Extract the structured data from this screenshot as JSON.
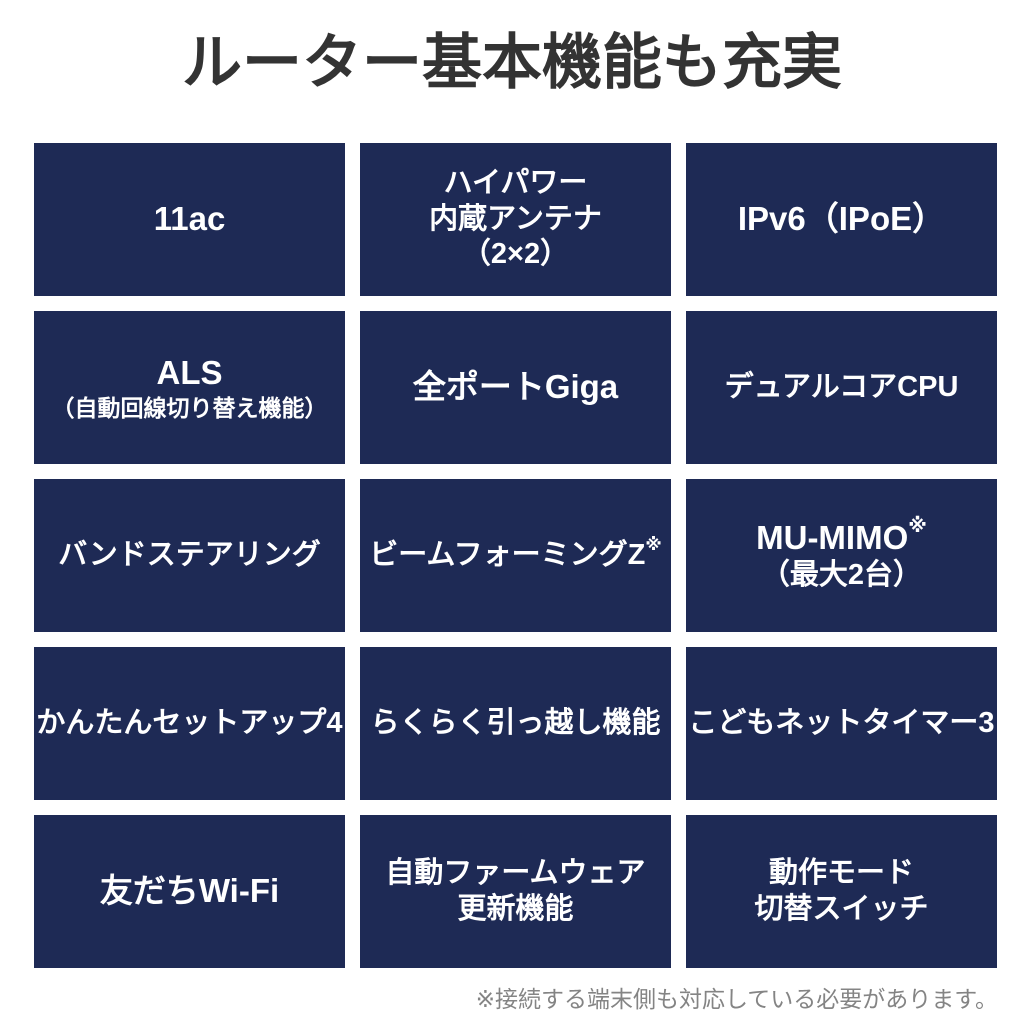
{
  "title": "ルーター基本機能も充実",
  "footnote": "※接続する端末側も対応している必要があります。",
  "colors": {
    "page_bg": "#ffffff",
    "box_bg": "#1e2a55",
    "box_text": "#ffffff",
    "title_text": "#333333",
    "footnote_text": "#848484"
  },
  "grid": {
    "columns": 3,
    "rows": 5
  },
  "cells": [
    {
      "id": "11ac",
      "lines": [
        {
          "text": "11ac",
          "size": "lg"
        }
      ]
    },
    {
      "id": "high-power-antenna",
      "lines": [
        {
          "text": "ハイパワー",
          "size": "md"
        },
        {
          "text": "内蔵アンテナ",
          "size": "md"
        },
        {
          "text": "（2×2）",
          "size": "md"
        }
      ]
    },
    {
      "id": "ipv6-ipoe",
      "lines": [
        {
          "text": "IPv6（IPoE）",
          "size": "lg"
        }
      ]
    },
    {
      "id": "als",
      "lines": [
        {
          "text": "ALS",
          "size": "lg"
        },
        {
          "text": "（自動回線切り替え機能）",
          "size": "sm"
        }
      ]
    },
    {
      "id": "all-ports-giga",
      "lines": [
        {
          "text": "全ポートGiga",
          "size": "lg"
        }
      ]
    },
    {
      "id": "dual-core-cpu",
      "lines": [
        {
          "text": "デュアルコアCPU",
          "size": "md"
        }
      ]
    },
    {
      "id": "band-steering",
      "lines": [
        {
          "text": "バンドステアリング",
          "size": "md"
        }
      ]
    },
    {
      "id": "beamforming-z",
      "lines": [
        {
          "text": "ビームフォーミングZ",
          "sup": "※",
          "size": "md"
        }
      ]
    },
    {
      "id": "mu-mimo",
      "lines": [
        {
          "text": "MU-MIMO",
          "sup": "※",
          "size": "lg"
        },
        {
          "text": "（最大2台）",
          "size": "md"
        }
      ]
    },
    {
      "id": "easy-setup-4",
      "lines": [
        {
          "text": "かんたんセットアップ4",
          "size": "md"
        }
      ]
    },
    {
      "id": "easy-move-function",
      "lines": [
        {
          "text": "らくらく引っ越し機能",
          "size": "md"
        }
      ]
    },
    {
      "id": "kids-net-timer-3",
      "lines": [
        {
          "text": "こどもネットタイマー3",
          "size": "md"
        }
      ]
    },
    {
      "id": "friends-wifi",
      "lines": [
        {
          "text": "友だちWi-Fi",
          "size": "lg"
        }
      ]
    },
    {
      "id": "auto-firmware-update",
      "lines": [
        {
          "text": "自動ファームウェア",
          "size": "md"
        },
        {
          "text": "更新機能",
          "size": "md"
        }
      ]
    },
    {
      "id": "mode-switch",
      "lines": [
        {
          "text": "動作モード",
          "size": "md"
        },
        {
          "text": "切替スイッチ",
          "size": "md"
        }
      ]
    }
  ]
}
